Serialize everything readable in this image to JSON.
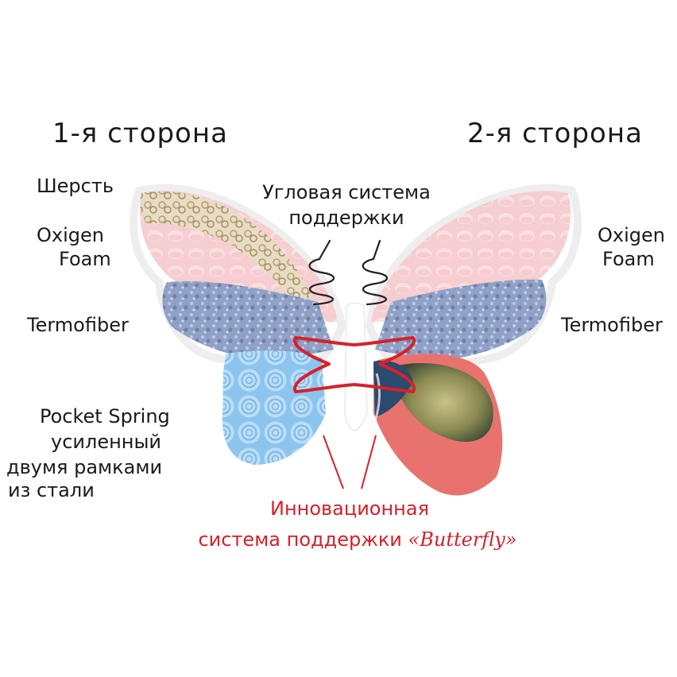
{
  "left": {
    "title": "1-я сторона",
    "layers": {
      "wool": "Шерсть",
      "foam_line1": "Oxigen",
      "foam_line2": "Foam",
      "termofiber": "Termofiber",
      "spring_line1": "Pocket Spring",
      "spring_line2": "усиленный",
      "spring_line3": "двумя рамками",
      "spring_line4": "из стали"
    }
  },
  "right": {
    "title": "2-я сторона",
    "layers": {
      "foam_line1": "Oxigen",
      "foam_line2": "Foam",
      "termofiber": "Termofiber"
    }
  },
  "corner_support": {
    "line1": "Угловая система",
    "line2": "поддержки"
  },
  "butterfly_system": {
    "line1": "Инновационная",
    "line2_prefix": "система поддержки",
    "brand": "«Butterfly»"
  },
  "colors": {
    "accent_red": "#d8202a",
    "foam_pink": "#f3c2c4",
    "fiber_blue": "#7b8fb7",
    "spring_blue": "#a6d2f2"
  }
}
